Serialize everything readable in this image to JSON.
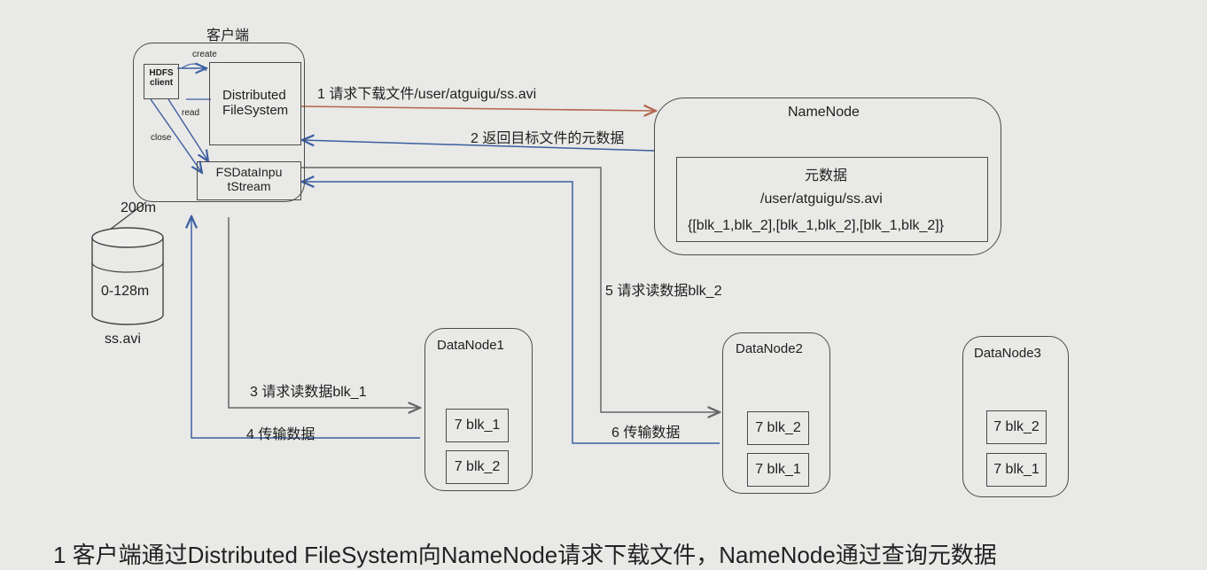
{
  "client": {
    "title": "客户端",
    "hdfs_client": "HDFS\nclient",
    "dfs": "Distributed\nFileSystem",
    "fsdis": "FSDataInpu\ntStream",
    "create_label": "create",
    "read_label": "read",
    "close_label": "close"
  },
  "file": {
    "size_label": "200m",
    "range_label": "0-128m",
    "name": "ss.avi"
  },
  "namenode": {
    "title": "NameNode",
    "meta_title": "元数据",
    "meta_path": "/user/atguigu/ss.avi",
    "meta_blocks": "{[blk_1,blk_2],[blk_1,blk_2],[blk_1,blk_2]}"
  },
  "steps": {
    "s1": "1 请求下载文件/user/atguigu/ss.avi",
    "s2": "2 返回目标文件的元数据",
    "s3": "3 请求读数据blk_1",
    "s4": "4 传输数据",
    "s5": "5 请求读数据blk_2",
    "s6": "6 传输数据"
  },
  "datanodes": [
    {
      "name": "DataNode1",
      "blocks": [
        "7 blk_1",
        "7 blk_2"
      ]
    },
    {
      "name": "DataNode2",
      "blocks": [
        "7 blk_2",
        "7 blk_1"
      ]
    },
    {
      "name": "DataNode3",
      "blocks": [
        "7 blk_2",
        "7 blk_1"
      ]
    }
  ],
  "caption": "1 客户端通过Distributed FileSystem向NameNode请求下载文件，NameNode通过查询元数据"
}
